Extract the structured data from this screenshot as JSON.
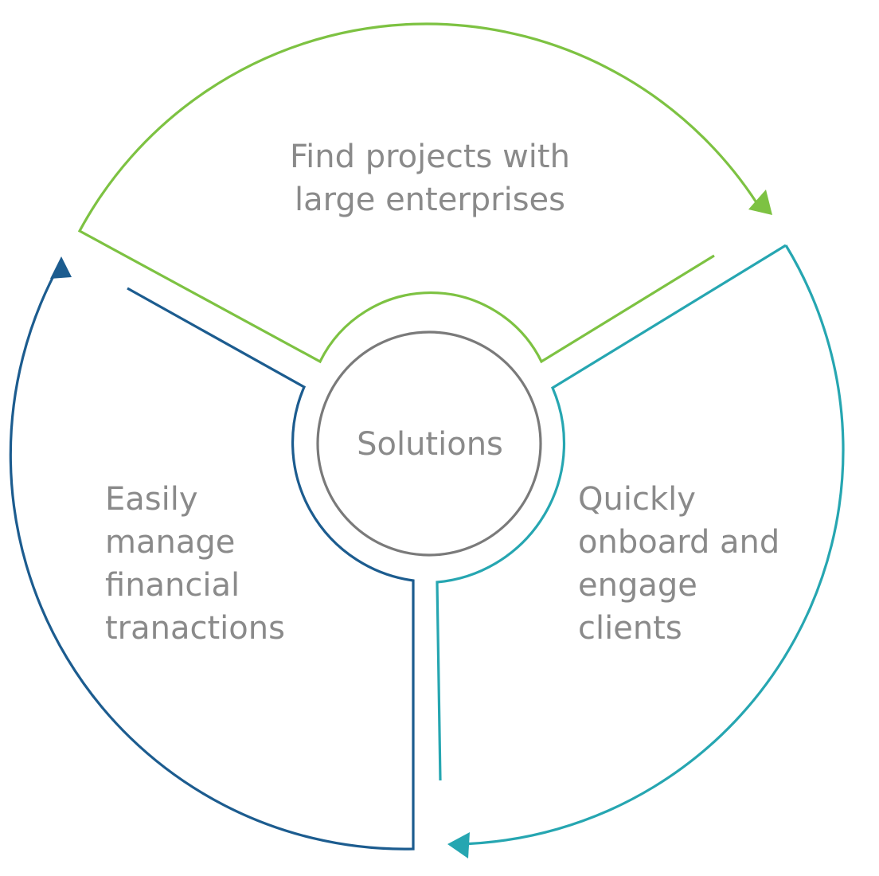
{
  "diagram": {
    "center": {
      "label": "Solutions"
    },
    "segments": [
      {
        "id": "top",
        "lines": [
          "Find projects with",
          "large enterprises"
        ]
      },
      {
        "id": "right",
        "lines": [
          "Quickly",
          "onboard and",
          "engage",
          "clients"
        ]
      },
      {
        "id": "left",
        "lines": [
          "Easily",
          "manage",
          "financial",
          "tranactions"
        ]
      }
    ],
    "colors": {
      "green": "#7dc242",
      "teal": "#26a6b1",
      "navy": "#1c5c8f",
      "center_ring": "#7a7a7a",
      "text": "#8a8a8a"
    }
  }
}
